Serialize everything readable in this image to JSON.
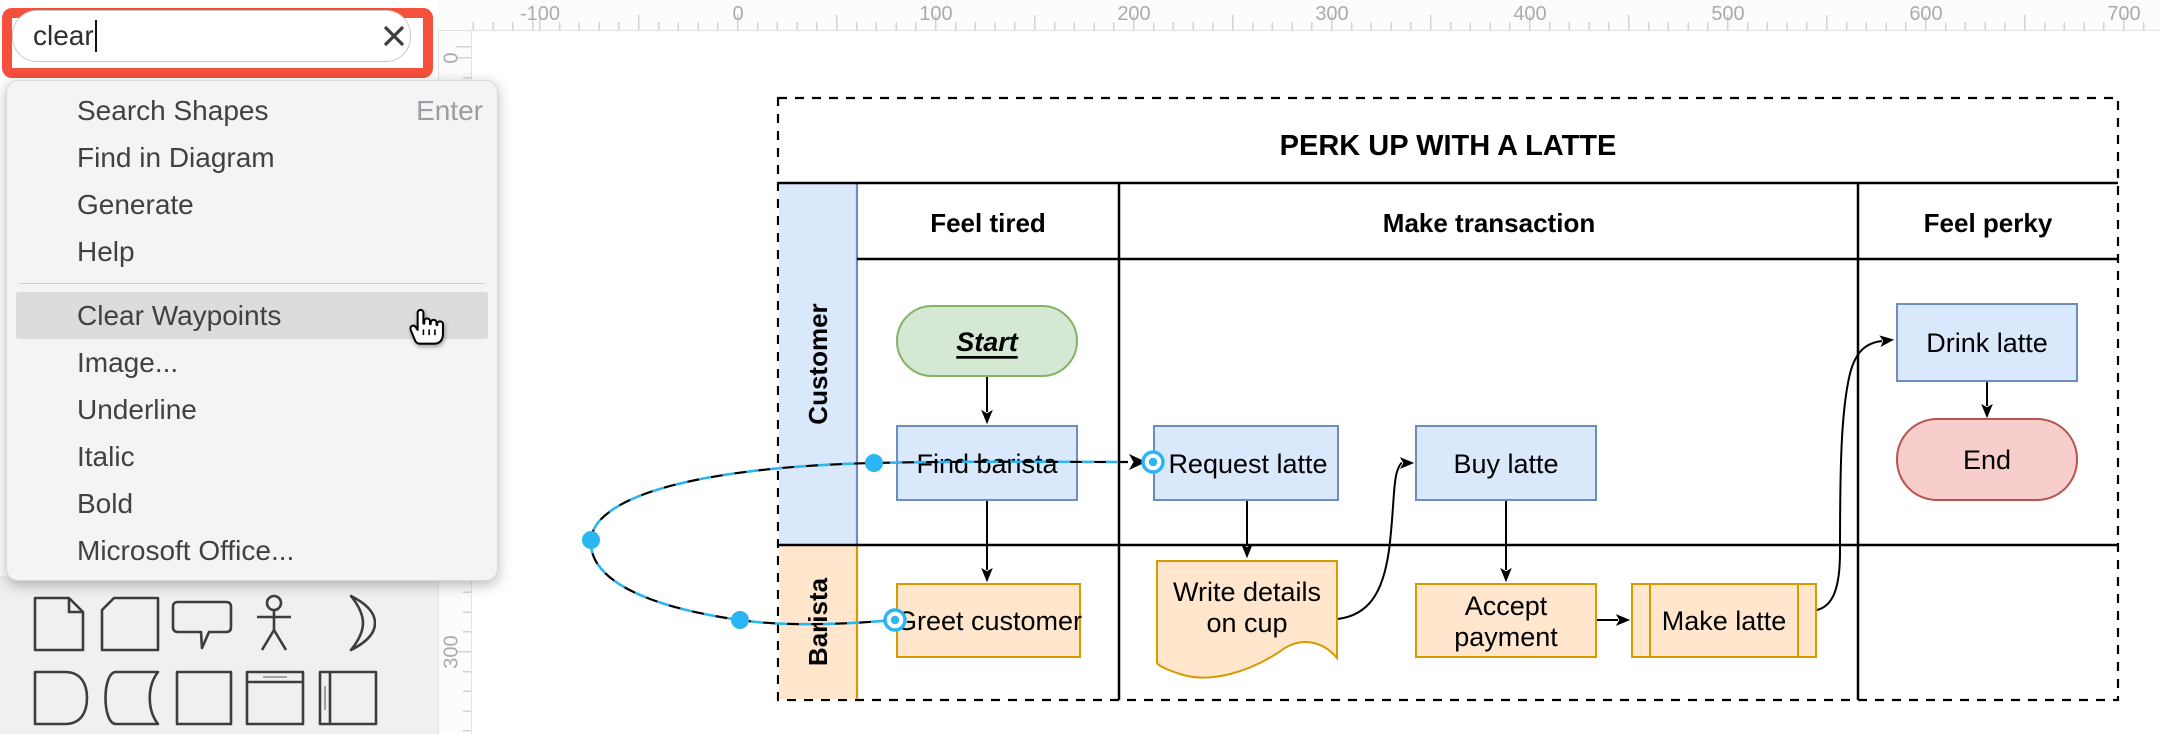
{
  "search": {
    "value": "clear",
    "clear_icon": "x"
  },
  "menu": {
    "items": [
      {
        "label": "Search Shapes",
        "shortcut": "Enter"
      },
      {
        "label": "Find in Diagram",
        "shortcut": ""
      },
      {
        "label": "Generate",
        "shortcut": ""
      },
      {
        "label": "Help",
        "shortcut": ""
      },
      {
        "label": "Clear Waypoints",
        "shortcut": ""
      },
      {
        "label": "Image...",
        "shortcut": ""
      },
      {
        "label": "Underline",
        "shortcut": ""
      },
      {
        "label": "Italic",
        "shortcut": ""
      },
      {
        "label": "Bold",
        "shortcut": ""
      },
      {
        "label": "Microsoft Office...",
        "shortcut": ""
      }
    ]
  },
  "rulers": {
    "h": [
      "-100",
      "0",
      "100",
      "200",
      "300",
      "400",
      "500",
      "600",
      "700"
    ],
    "v": [
      "0",
      "300"
    ]
  },
  "diagram": {
    "title": "PERK UP WITH A LATTE",
    "phases": [
      "Feel tired",
      "Make transaction",
      "Feel perky"
    ],
    "lanes": [
      "Customer",
      "Barista"
    ],
    "nodes": {
      "start": "Start",
      "find_barista": "Find barista",
      "request_latte": "Request latte",
      "buy_latte": "Buy latte",
      "drink_latte": "Drink latte",
      "end": "End",
      "greet_customer": "Greet customer",
      "write_details": {
        "line1": "Write details",
        "line2": "on cup"
      },
      "accept_payment": {
        "line1": "Accept",
        "line2": "payment"
      },
      "make_latte": "Make latte"
    },
    "colors": {
      "blue_fill": "#dae8fc",
      "blue_stroke": "#6c8ebf",
      "green_fill": "#d5e8d4",
      "green_stroke": "#82b366",
      "red_fill": "#f8cecc",
      "red_stroke": "#b85450",
      "orange_fill": "#ffe6cc",
      "orange_stroke": "#d79b00",
      "selection": "#29b6f2",
      "annotation_red": "#f4503c"
    }
  },
  "palette": {
    "icons": [
      "note",
      "card",
      "callout",
      "actor",
      "or",
      "delay",
      "data-storage",
      "square",
      "horizontal-container",
      "vertical-container"
    ]
  }
}
